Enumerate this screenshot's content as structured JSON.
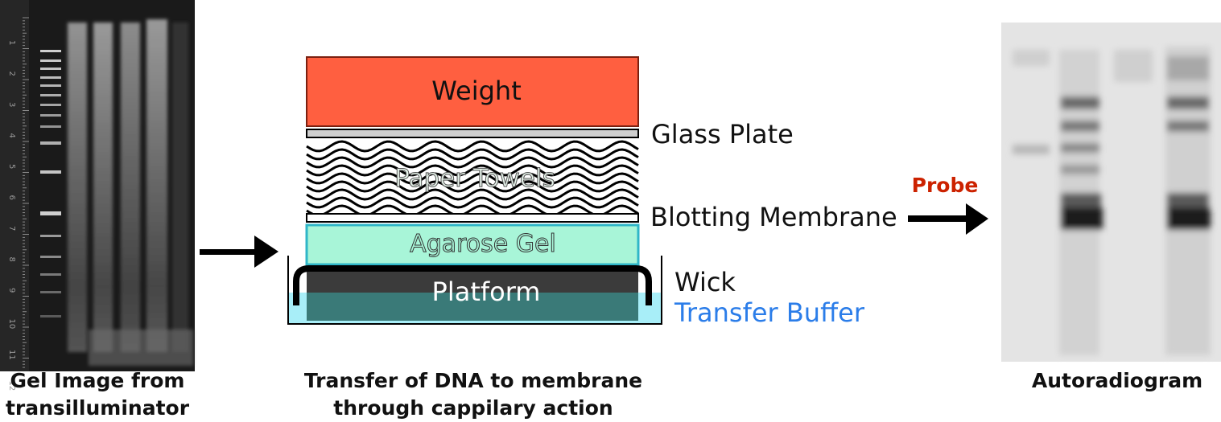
{
  "captions": {
    "gel": [
      "Gel Image from",
      "transilluminator"
    ],
    "transfer": [
      "Transfer of DNA to membrane",
      "through cappilary action"
    ],
    "autoradiogram": "Autoradiogram"
  },
  "gel_ruler_labels": [
    "1",
    "2",
    "3",
    "4",
    "5",
    "6",
    "7",
    "8",
    "9",
    "10",
    "11",
    "12"
  ],
  "stack_labels": {
    "weight": "Weight",
    "glass_plate": "Glass Plate",
    "paper_towels": "Paper Towels",
    "blotting_membrane": "Blotting Membrane",
    "agarose_gel": "Agarose Gel",
    "platform": "Platform",
    "wick": "Wick",
    "transfer_buffer": "Transfer Buffer"
  },
  "probe_label": "Probe",
  "colors": {
    "weight": "#ff5f40",
    "agarose_gel": "#a8f5d8",
    "agarose_border": "#2fb6c8",
    "platform": "#3b3b3b",
    "buffer": "#a8eef8",
    "transfer_buffer_text": "#2b7de9",
    "probe_text": "#cc2200"
  }
}
